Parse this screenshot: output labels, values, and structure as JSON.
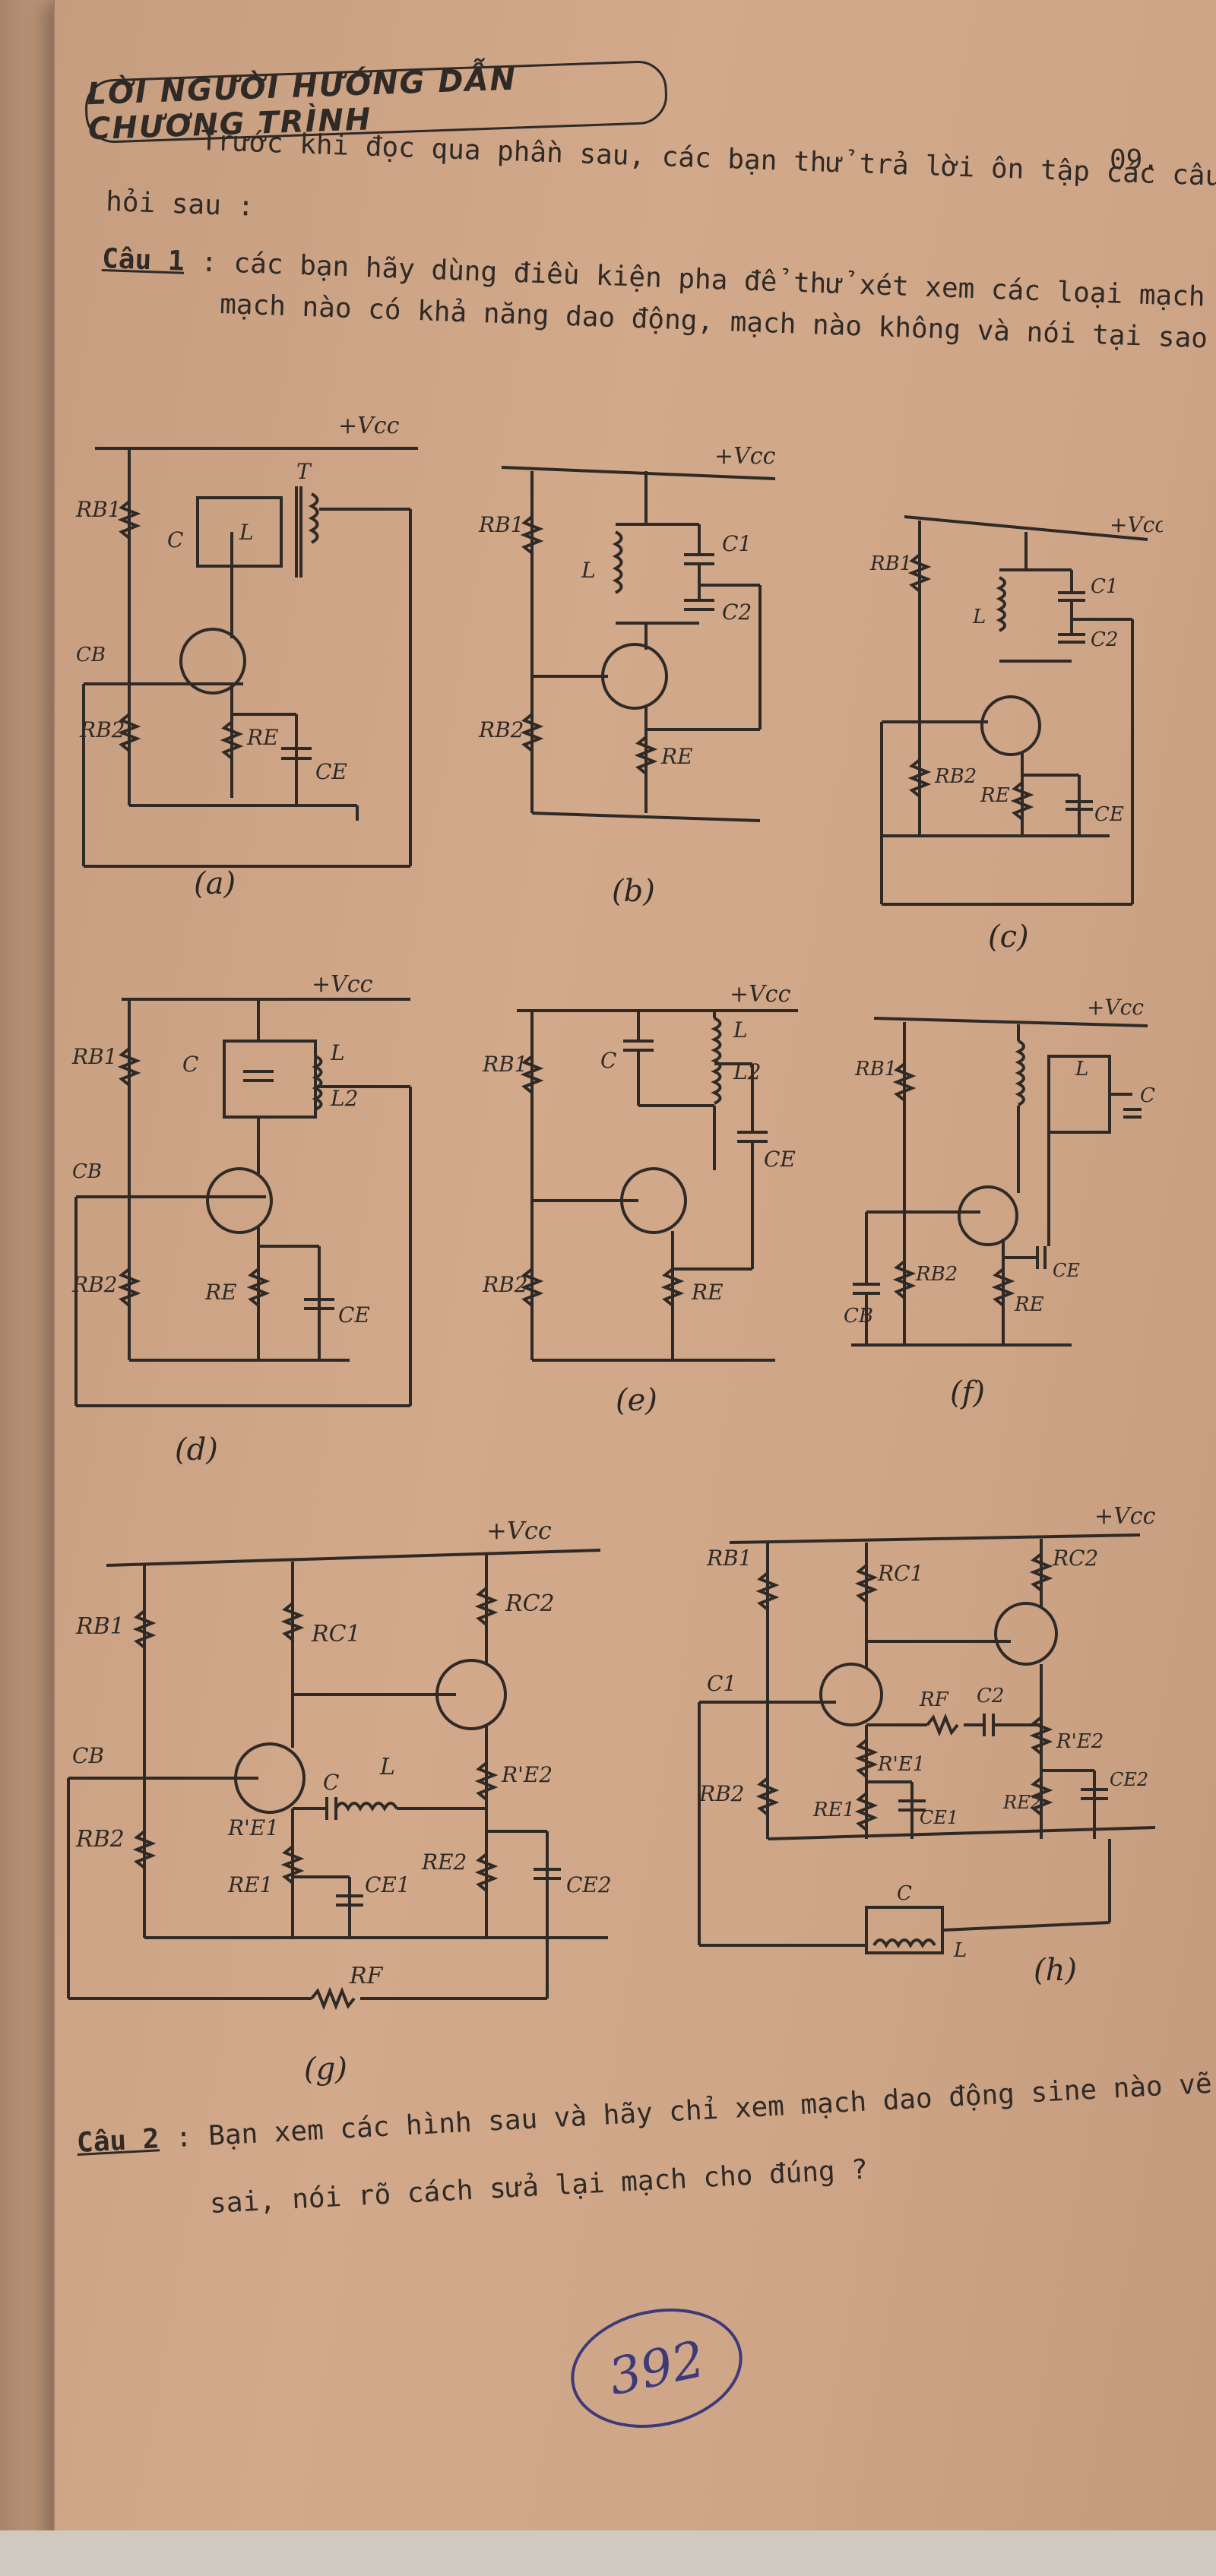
{
  "header": {
    "title": "LỜI NGƯỜI HƯỚNG DẪN CHƯƠNG TRÌNH",
    "page_number": "09."
  },
  "intro": {
    "line1": "Trước khi đọc qua phần sau, các bạn thử trả lời ôn tập các câu",
    "line2": "hỏi sau :"
  },
  "question1": {
    "label": "Câu 1",
    "text1": " : các bạn hãy dùng điều kiện pha để thử xét xem các loại mạch sau,",
    "text2": "mạch nào có khả năng dao động, mạch nào không và nói tại sao ?"
  },
  "figures": {
    "a": {
      "label": "(a)"
    },
    "b": {
      "label": "(b)"
    },
    "c": {
      "label": "(c)"
    },
    "d": {
      "label": "(d)"
    },
    "e": {
      "label": "(e)"
    },
    "f": {
      "label": "(f)"
    },
    "g": {
      "label": "(g)"
    },
    "h": {
      "label": "(h)"
    }
  },
  "components": {
    "vcc": "+Vcc",
    "rb1": "RB1",
    "rb2": "RB2",
    "re": "RE",
    "ce": "CE",
    "cb": "CB",
    "c": "C",
    "l": "L",
    "t": "T",
    "c1": "C1",
    "c2": "C2",
    "l2": "L2",
    "rc1": "RC1",
    "rc2": "RC2",
    "re1": "RE1",
    "re1p": "R'E1",
    "re2": "RE2",
    "re2p": "R'E2",
    "ce1": "CE1",
    "ce2": "CE2",
    "rf": "RF"
  },
  "question2": {
    "label": "Câu 2",
    "text1": " : Bạn xem các hình sau và hãy chỉ xem mạch dao động sine nào vẽ",
    "text2": "sai, nói rõ cách sửa lại mạch cho đúng ?"
  },
  "stamp": {
    "number": "392"
  }
}
